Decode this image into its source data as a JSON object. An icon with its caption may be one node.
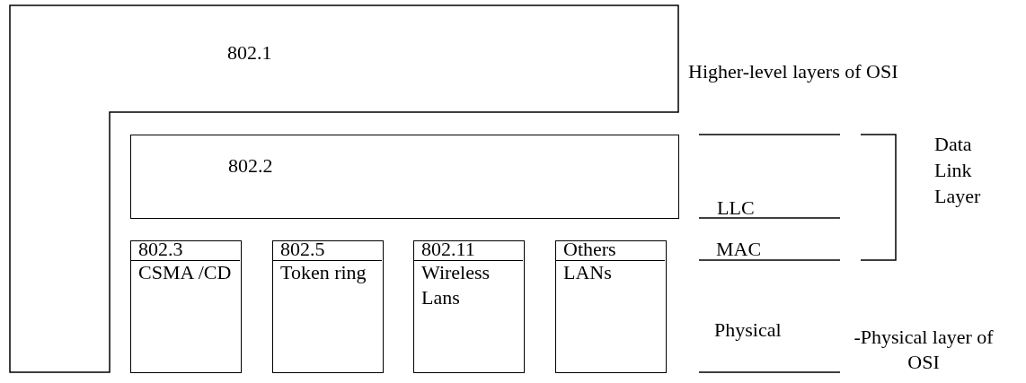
{
  "diagram": {
    "nodes": [
      {
        "text": [
          "802.1"
        ]
      },
      {
        "text": [
          "802.2"
        ]
      },
      {
        "text": [
          "802.3",
          "CSMA /CD"
        ]
      },
      {
        "text": [
          "802.5",
          "Token ring"
        ]
      },
      {
        "text": [
          "802.11",
          "Wireless Lans"
        ]
      },
      {
        "text": [
          "Others",
          "LANs"
        ]
      }
    ],
    "edges": [],
    "labels": [
      "Higher-level layers of OSI",
      "Data Link Layer",
      "LLC",
      "MAC",
      "Physical",
      "-Physical layer of OSI"
    ]
  }
}
